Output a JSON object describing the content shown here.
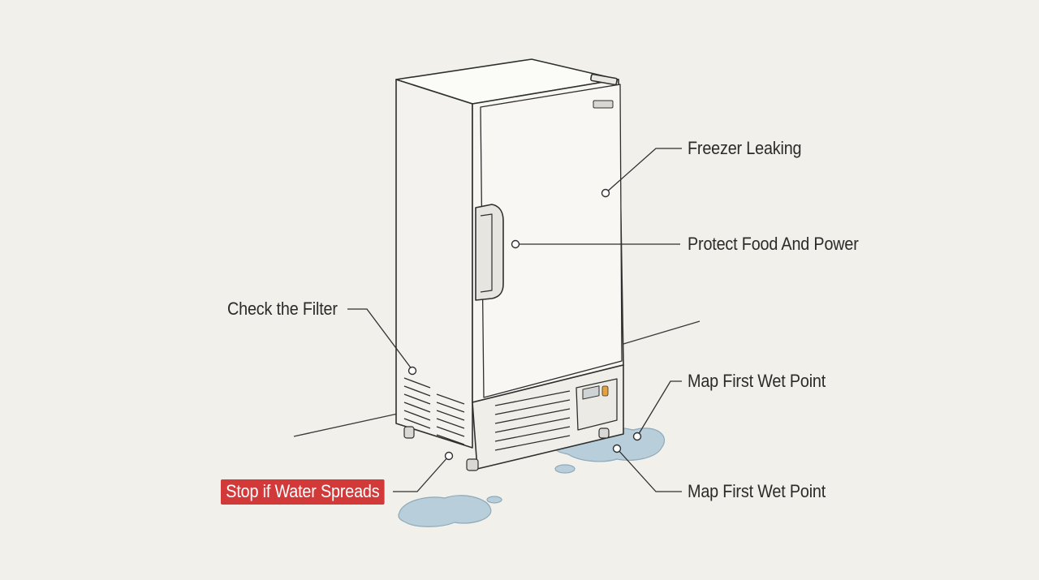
{
  "callouts": {
    "freezer_leaking": "Freezer Leaking",
    "protect_food": "Protect Food And Power",
    "check_filter": "Check the Filter",
    "map_wet_point_upper": "Map First Wet Point",
    "map_wet_point_lower": "Map First Wet Point",
    "stop_water": "Stop if Water Spreads"
  },
  "colors": {
    "background": "#f1f0ea",
    "line": "#2f2f2f",
    "water": "#b8cedb",
    "warning": "#d23a3a",
    "indicator": "#e6a23c"
  }
}
